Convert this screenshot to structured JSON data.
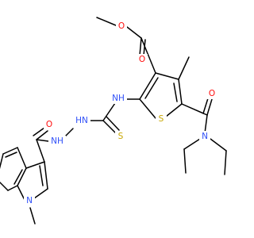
{
  "atoms": {
    "o_ester_carbonyl": {
      "text": "O",
      "color": "#ff0d0d"
    },
    "o_ester_ether": {
      "text": "O",
      "color": "#ff0d0d"
    },
    "o_amide": {
      "text": "O",
      "color": "#ff0d0d"
    },
    "n_diethylamide": {
      "text": "N",
      "color": "#3050f8"
    },
    "s_thiophene": {
      "text": "S",
      "color": "#c7a600"
    },
    "nh_thiourea": {
      "text": "NH",
      "color": "#3050f8"
    },
    "hn_hydrazide_1": {
      "text": "HN",
      "color": "#3050f8"
    },
    "s_thiocarbonyl": {
      "text": "S",
      "color": "#c7a600"
    },
    "nh_hydrazide_2": {
      "text": "NH",
      "color": "#3050f8"
    },
    "o_hydrazide": {
      "text": "O",
      "color": "#ff0d0d"
    },
    "n_indole": {
      "text": "N",
      "color": "#3050f8"
    }
  }
}
